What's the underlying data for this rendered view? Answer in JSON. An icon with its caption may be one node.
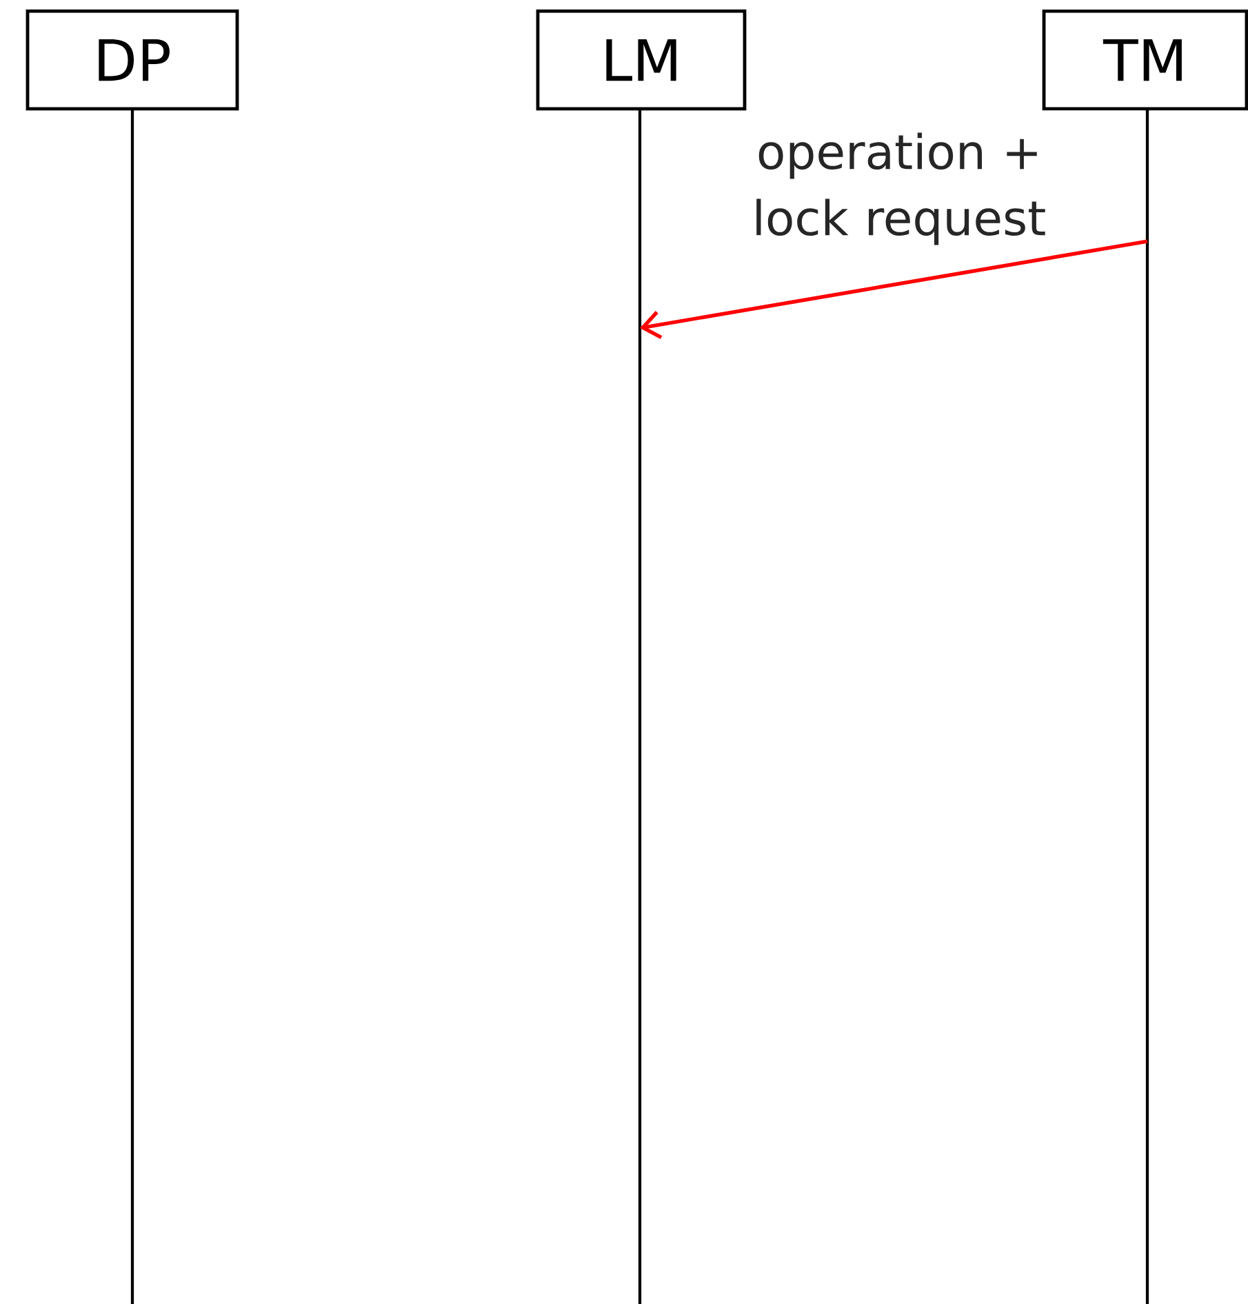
{
  "diagram": {
    "nodes": [
      {
        "text": [
          "DP"
        ]
      },
      {
        "text": [
          "LM"
        ]
      },
      {
        "text": [
          "TM"
        ]
      },
      {
        "text": [],
        "shape": "line"
      },
      {
        "text": [],
        "shape": "line"
      },
      {
        "text": [],
        "shape": "line"
      }
    ],
    "edges": [
      {
        "from": 5,
        "to": 4,
        "arrow": "to",
        "label": "operation + lock request",
        "color": "#ff0000"
      }
    ]
  }
}
